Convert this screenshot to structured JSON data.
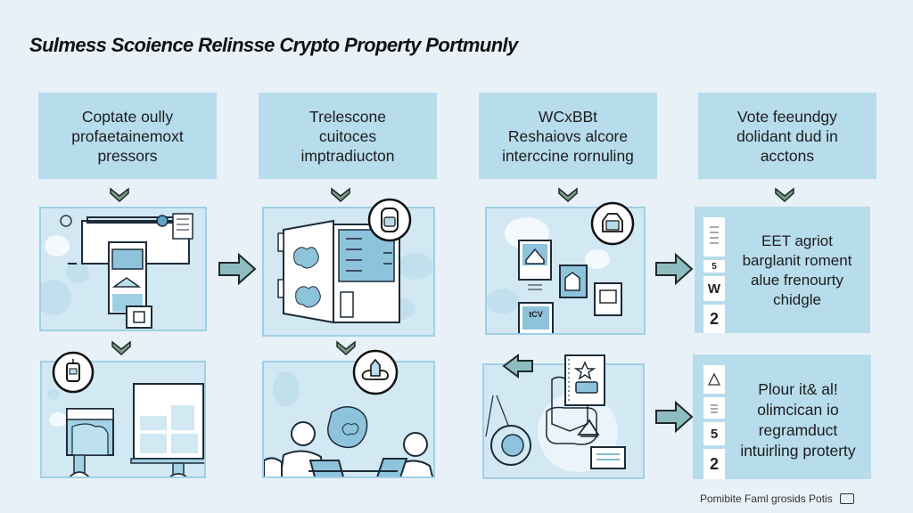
{
  "title": "Sulmess Scoience Relinsse Crypto Property Portmunly",
  "steps": [
    {
      "lines": [
        "Coptate oully",
        "profaetainemoxt",
        "pressors"
      ]
    },
    {
      "lines": [
        "Trelescone",
        "cuitoces",
        "imptradiucton"
      ]
    },
    {
      "lines": [
        "WCxBBt",
        "Reshaiovs alcore",
        "interccine rornuling"
      ]
    },
    {
      "lines": [
        "Vote feeundgy",
        "dolidant dud in",
        "acctons"
      ]
    }
  ],
  "result_panels": [
    {
      "lines": [
        "EET agriot",
        "barglanit roment",
        "alue frenourty",
        "chidgle"
      ],
      "side_cells": [
        "",
        "5",
        "W",
        "2"
      ]
    },
    {
      "lines": [
        "Plour it& al!",
        "olimcican io",
        "regramduct",
        "intuirling proterty"
      ],
      "side_cells": [
        "",
        "",
        "5",
        "2"
      ]
    }
  ],
  "illustration_labels": {
    "card_tag": "tCV"
  },
  "footer": {
    "text": "Pomibite Faml grosids Potis",
    "icon": "image-icon"
  },
  "colors": {
    "background": "#e8f1f7",
    "box_fill": "#b7dcec",
    "panel_fill": "#d2e8f3",
    "panel_border": "#9fd0e6",
    "arrow_fill": "#8fbcc0",
    "chevron_fill": "#7b9a8a"
  }
}
